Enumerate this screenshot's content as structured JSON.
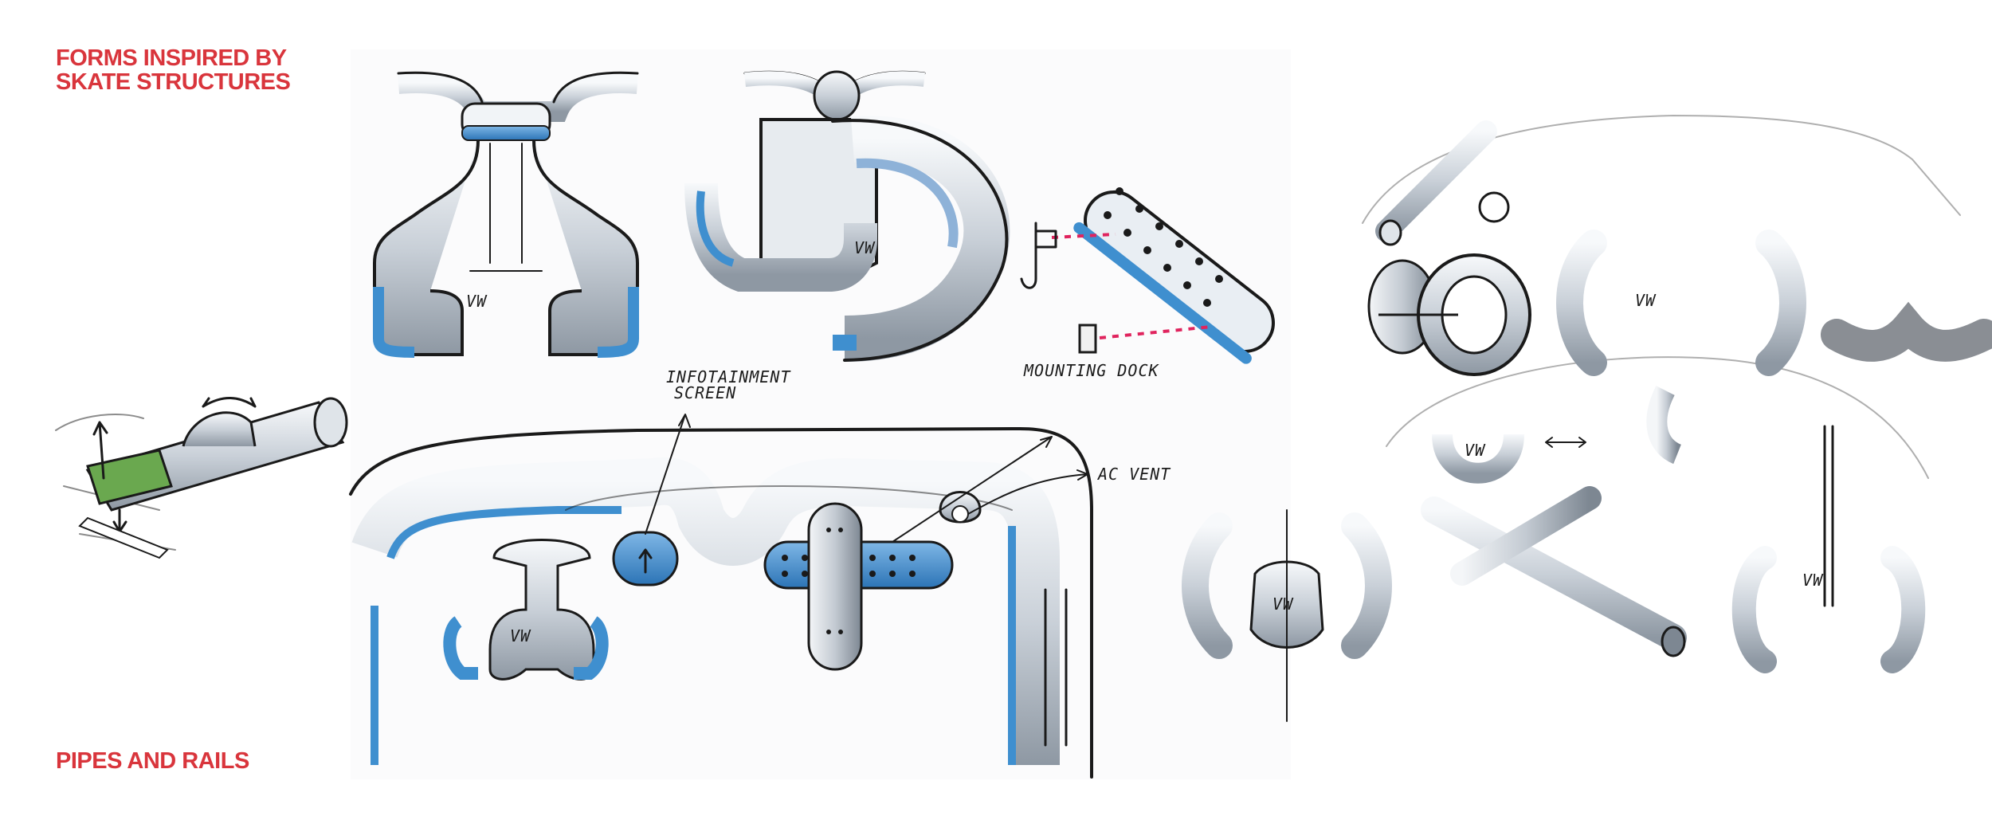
{
  "headings": {
    "main": "FORMS INSPIRED BY SKATE STRUCTURES",
    "sub": "PIPES AND RAILS"
  },
  "annotations": {
    "infotainment": [
      "INFOTAINMENT",
      "SCREEN"
    ],
    "mounting_dock": "MOUNTING DOCK",
    "ac_vent": "AC VENT"
  },
  "colors": {
    "heading": "#d9353c",
    "accent_blue": "#3f8fcf",
    "accent_green": "#6aa84f",
    "magenta_dots": "#e0245e",
    "ink": "#1a1a1a",
    "chrome": "#cfd6de"
  }
}
